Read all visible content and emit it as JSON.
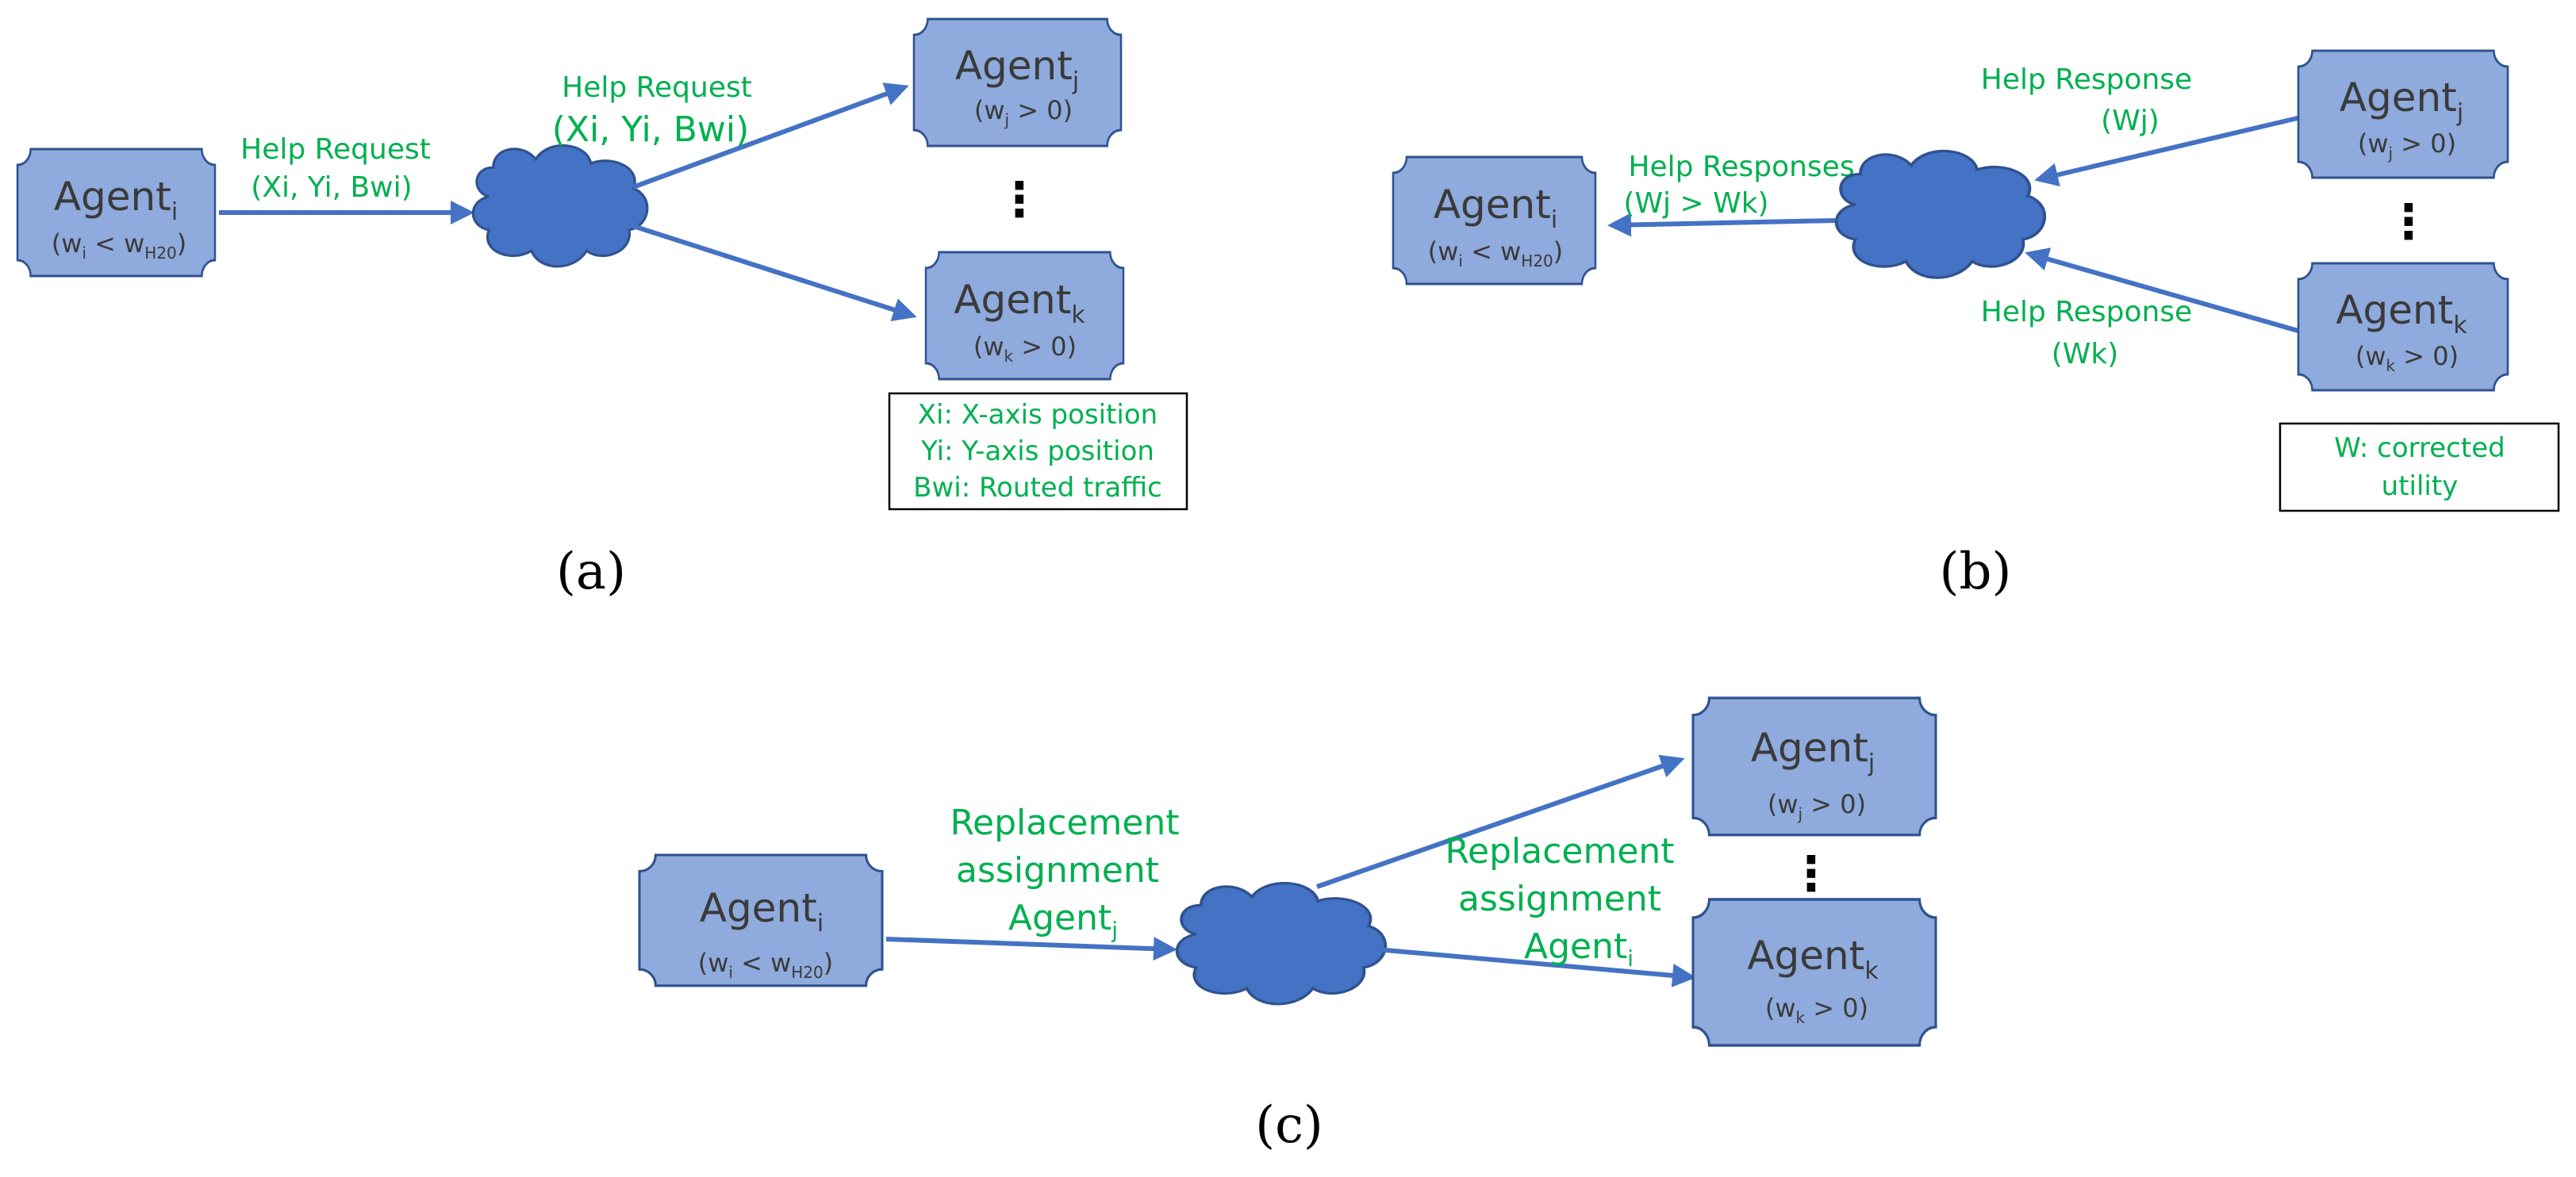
{
  "agents": {
    "i": {
      "name": "Agent",
      "sub": "i",
      "cond_w": "w",
      "cond_w_sub": "i",
      "cond_op": " < w",
      "cond_rhs_sub": "H20",
      "cond_close": ""
    },
    "j": {
      "name": "Agent",
      "sub": "j",
      "cond_w": "w",
      "cond_w_sub": "j",
      "cond_op": " > 0)",
      "cond_rhs_sub": "",
      "cond_close": ""
    },
    "k": {
      "name": "Agent",
      "sub": "k",
      "cond_w": "w",
      "cond_w_sub": "k",
      "cond_op": " > 0)",
      "cond_rhs_sub": "",
      "cond_close": ""
    }
  },
  "panel_a": {
    "label": "(a)",
    "req1_line1": "Help Request",
    "req1_line2": "(Xi, Yi, Bwi)",
    "req2_line1": "Help Request",
    "req2_line2": "(Xi, Yi, Bwi)",
    "dots": "⋮",
    "legend": [
      "Xi: X-axis position",
      "Yi: Y-axis position",
      "Bwi: Routed traffic"
    ]
  },
  "panel_b": {
    "label": "(b)",
    "resp_j_line1": "Help Response",
    "resp_j_line2": "(Wj)",
    "resp_k_line1": "Help Response",
    "resp_k_line2": "(Wk)",
    "resps_line1": "Help Responses",
    "resps_line2": "(Wj > Wk)",
    "dots": "⋮",
    "legend": [
      "W: corrected",
      "utility"
    ]
  },
  "panel_c": {
    "label": "(c)",
    "left_line1": "Replacement",
    "left_line2": "assignment",
    "left_line3": "Agent",
    "left_line3_sub": "j",
    "right_line1": "Replacement",
    "right_line2": "assignment",
    "right_line3": "Agent",
    "right_line3_sub": "i",
    "dots": "⋮"
  },
  "colors": {
    "agent_fill": "#8faadc",
    "agent_stroke": "#2f528f",
    "arrow": "#4472c4",
    "label_green": "#00b050"
  }
}
